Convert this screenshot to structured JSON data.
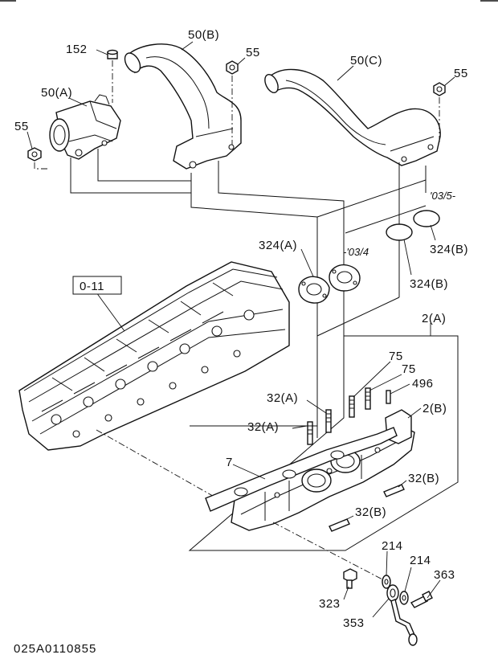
{
  "diagram": {
    "labels": {
      "p152": "152",
      "p50b": "50(B)",
      "p55_top": "55",
      "p50a": "50(A)",
      "p55_left": "55",
      "p50c": "50(C)",
      "p55_right": "55",
      "date_0305": "'03/5-",
      "p324b_1": "324(B)",
      "p324a": "324(A)",
      "date_0304": "-'03/4",
      "p324b_2": "324(B)",
      "ref_011": "0-11",
      "p2a": "2(A)",
      "p75_1": "75",
      "p75_2": "75",
      "p496": "496",
      "p32a_1": "32(A)",
      "p2b": "2(B)",
      "p32a_2": "32(A)",
      "p7": "7",
      "p32b_1": "32(B)",
      "p32b_2": "32(B)",
      "p214_1": "214",
      "p214_2": "214",
      "p363": "363",
      "p323": "323",
      "p353": "353"
    },
    "figure_code": "025A0110855"
  }
}
